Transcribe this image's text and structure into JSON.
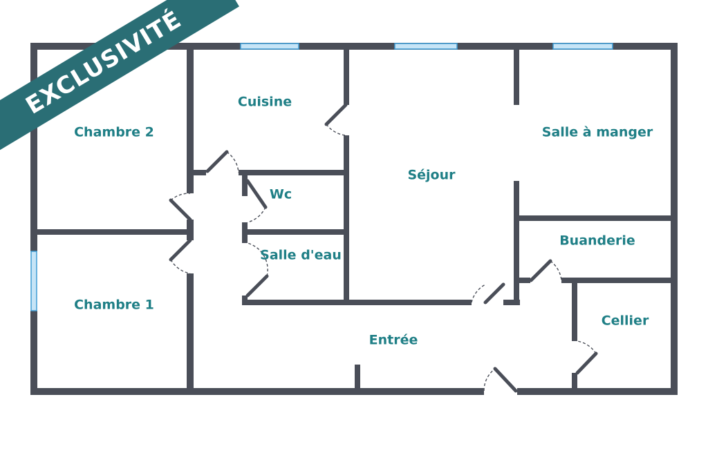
{
  "banner": {
    "text": "EXCLUSIVITÉ",
    "color": "#2a6e75"
  },
  "rooms": {
    "chambre_2": "Chambre 2",
    "cuisine": "Cuisine",
    "sejour": "Séjour",
    "salle_a_manger": "Salle à manger",
    "wc": "Wc",
    "salle_d_eau": "Salle d'eau",
    "buanderie": "Buanderie",
    "chambre_1": "Chambre 1",
    "cellier": "Cellier",
    "entree": "Entrée"
  },
  "colors": {
    "wall": "#4a4e58",
    "label": "#1f7f86",
    "window": "#c6e4f6"
  }
}
